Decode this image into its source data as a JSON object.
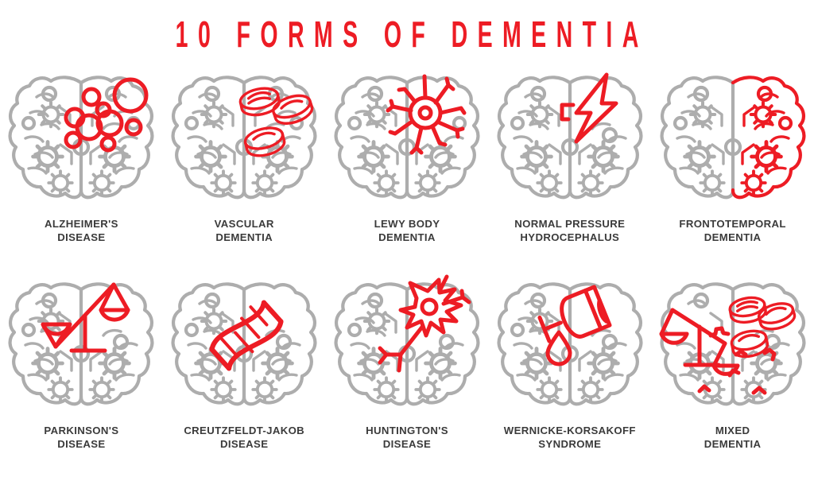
{
  "page": {
    "title": "10 FORMS OF DEMENTIA",
    "background_color": "#FFFFFF"
  },
  "colors": {
    "accent_red": "#ED1C24",
    "brain_gray": "#ADADAD",
    "label_text": "#3B3B3B"
  },
  "items": [
    {
      "index": 1,
      "label": "ALZHEIMER'S\nDISEASE",
      "label_line1": "ALZHEIMER'S",
      "label_line2": "DISEASE",
      "icon_name": "brain-with-amyloid-plaques-icon",
      "highlight": "red circles (plaques) clustered in upper right hemisphere"
    },
    {
      "index": 2,
      "label": "VASCULAR\nDEMENTIA",
      "label_line1": "VASCULAR",
      "label_line2": "DEMENTIA",
      "icon_name": "brain-with-blood-cells-icon",
      "highlight": "red blood cell discs in upper right hemisphere"
    },
    {
      "index": 3,
      "label": "LEWY BODY\nDEMENTIA",
      "label_line1": "LEWY BODY",
      "label_line2": "DEMENTIA",
      "icon_name": "brain-with-lewy-body-neuron-icon",
      "highlight": "red neuron cell body with radiating dendrites"
    },
    {
      "index": 4,
      "label": "NORMAL PRESSURE\nHYDROCEPHALUS",
      "label_line1": "NORMAL PRESSURE",
      "label_line2": "HYDROCEPHALUS",
      "icon_name": "brain-with-lightning-bolt-icon",
      "highlight": "red lightning bolt over right hemisphere"
    },
    {
      "index": 5,
      "label": "FRONTOTEMPORAL\nDEMENTIA",
      "label_line1": "FRONTOTEMPORAL",
      "label_line2": "DEMENTIA",
      "icon_name": "brain-with-red-hemisphere-icon",
      "highlight": "entire right hemisphere drawn in red"
    },
    {
      "index": 6,
      "label": "PARKINSON'S\nDISEASE",
      "label_line1": "PARKINSON'S",
      "label_line2": "DISEASE",
      "icon_name": "brain-with-unbalanced-scales-icon",
      "highlight": "red tilted balance scales"
    },
    {
      "index": 7,
      "label": "CREUTZFELDT-JAKOB\nDISEASE",
      "label_line1": "CREUTZFELDT-JAKOB",
      "label_line2": "DISEASE",
      "icon_name": "brain-with-dna-helix-icon",
      "highlight": "red diagonal DNA double helix (prion)"
    },
    {
      "index": 8,
      "label": "HUNTINGTON'S\nDISEASE",
      "label_line1": "HUNTINGTON'S",
      "label_line2": "DISEASE",
      "icon_name": "brain-with-neuron-axon-icon",
      "highlight": "red neuron with long branching axon"
    },
    {
      "index": 9,
      "label": "WERNICKE-KORSAKOFF\nSYNDROME",
      "label_line1": "WERNICKE-KORSAKOFF",
      "label_line2": "SYNDROME",
      "icon_name": "brain-with-wine-glass-icon",
      "highlight": "red tipped wine glass with falling drop"
    },
    {
      "index": 10,
      "label": "MIXED\nDEMENTIA",
      "label_line1": "MIXED",
      "label_line2": "DEMENTIA",
      "icon_name": "brain-with-mixed-symbols-icon",
      "highlight": "red scales, blood cells and gear fragments combined"
    }
  ]
}
